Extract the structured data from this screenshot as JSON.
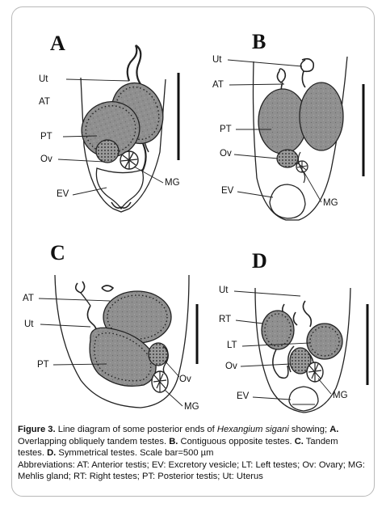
{
  "panels": {
    "A": {
      "letter": "A",
      "labels": {
        "ut": "Ut",
        "at": "AT",
        "pt": "PT",
        "ov": "Ov",
        "ev": "EV",
        "mg": "MG"
      }
    },
    "B": {
      "letter": "B",
      "labels": {
        "ut": "Ut",
        "at": "AT",
        "pt": "PT",
        "ov": "Ov",
        "ev": "EV",
        "mg": "MG"
      }
    },
    "C": {
      "letter": "C",
      "labels": {
        "at": "AT",
        "ut": "Ut",
        "pt": "PT",
        "ov": "Ov",
        "mg": "MG"
      }
    },
    "D": {
      "letter": "D",
      "labels": {
        "ut": "Ut",
        "rt": "RT",
        "lt": "LT",
        "ov": "Ov",
        "ev": "EV",
        "mg": "MG"
      }
    }
  },
  "caption": {
    "figure_label": "Figure 3.",
    "text_before_species": " Line diagram of some posterior ends of ",
    "species": "Hexangium sigani",
    "text_after_species": " showing;",
    "a_label": "A.",
    "a_text": " Overlapping obliquely tandem testes. ",
    "b_label": "B.",
    "b_text": " Contiguous opposite testes. ",
    "c_label": "C.",
    "c_text": " Tandem testes. ",
    "d_label": "D.",
    "d_text": " Symmetrical testes. Scale bar=500 µm",
    "abbreviations": "Abbreviations: AT: Anterior testis; EV: Excretory vesicle; LT: Left testes; Ov: Ovary; MG: Mehlis gland; RT: Right testes; PT: Posterior testis; Ut: Uterus"
  }
}
